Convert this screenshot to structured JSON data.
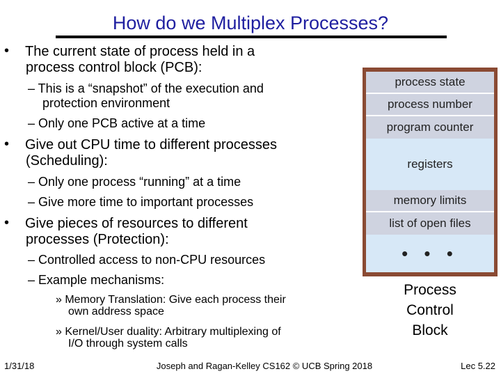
{
  "slide": {
    "title": "How do we Multiplex Processes?",
    "bullets": {
      "b1": {
        "marker": "•",
        "line1": "The current state of process held in a",
        "line2": "process control block (PCB):"
      },
      "b1_1": {
        "line1": "– This is a “snapshot” of the execution and",
        "line2": "protection environment"
      },
      "b1_2": {
        "line1": "– Only one PCB active at a time"
      },
      "b2": {
        "marker": "•",
        "line1": "Give out CPU time to different processes",
        "line2": "(Scheduling):"
      },
      "b2_1": {
        "line1": "– Only one process “running” at a time"
      },
      "b2_2": {
        "line1": "– Give more time to important processes"
      },
      "b3": {
        "marker": "•",
        "line1": "Give pieces of resources to different",
        "line2": "processes (Protection):"
      },
      "b3_1": {
        "line1": "– Controlled access to non-CPU resources"
      },
      "b3_2": {
        "line1": "– Example mechanisms:"
      },
      "b3_2_1": {
        "line1": "» Memory Translation: Give each process their",
        "line2": "own address space"
      },
      "b3_2_2": {
        "line1": "» Kernel/User duality: Arbitrary multiplexing of",
        "line2": "I/O through system calls"
      }
    }
  },
  "pcb": {
    "fields": [
      "process state",
      "process number",
      "program counter",
      "registers",
      "memory limits",
      "list of open files",
      "• • •"
    ],
    "caption": [
      "Process",
      "Control",
      "Block"
    ],
    "colors": {
      "border": "#8a4a33",
      "gray": "#cfd3e0",
      "blue": "#d7e8f7"
    }
  },
  "footer": {
    "date": "1/31/18",
    "course": "Joseph and Ragan-Kelley CS162 © UCB Spring 2018",
    "page": "Lec 5.22"
  },
  "colors": {
    "title": "#1f1fa0"
  }
}
